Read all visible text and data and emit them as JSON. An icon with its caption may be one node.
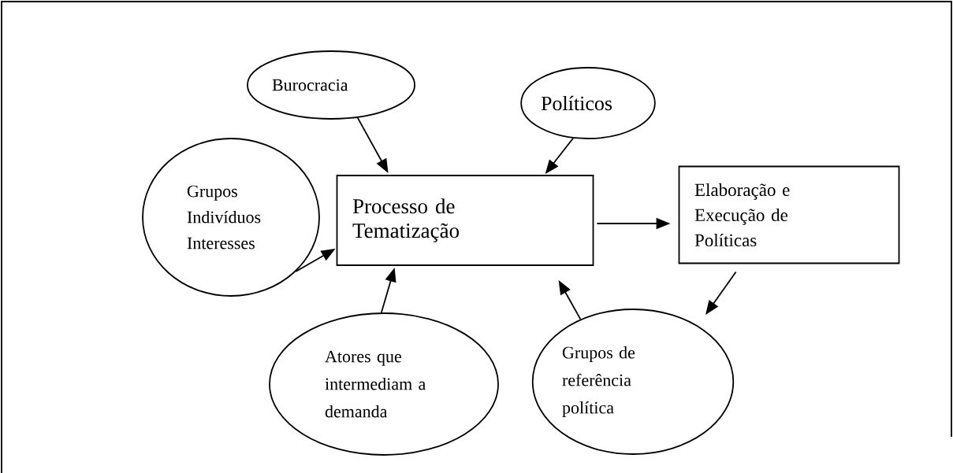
{
  "diagram": {
    "nodes": [
      {
        "text": [
          "Burocracia"
        ]
      },
      {
        "text": [
          "Políticos"
        ]
      },
      {
        "text": [
          "Grupos Indivíduos Interesses"
        ]
      },
      {
        "text": [
          "Processo de Tematização"
        ]
      },
      {
        "text": [
          "Elaboração e Execução de Políticas"
        ]
      },
      {
        "text": [
          "Atores que intermediam a demanda"
        ]
      },
      {
        "text": [
          "Grupos de referência política"
        ]
      }
    ],
    "edges": [
      {
        "from": 0,
        "to": 3,
        "arrow": "to"
      },
      {
        "from": 1,
        "to": 3,
        "arrow": "to"
      },
      {
        "from": 2,
        "to": 3,
        "arrow": "to"
      },
      {
        "from": 5,
        "to": 3,
        "arrow": "to"
      },
      {
        "from": 3,
        "to": 4,
        "arrow": "to"
      },
      {
        "from": 4,
        "to": 6,
        "arrow": "to"
      },
      {
        "from": 6,
        "to": 3,
        "arrow": "to"
      }
    ]
  }
}
